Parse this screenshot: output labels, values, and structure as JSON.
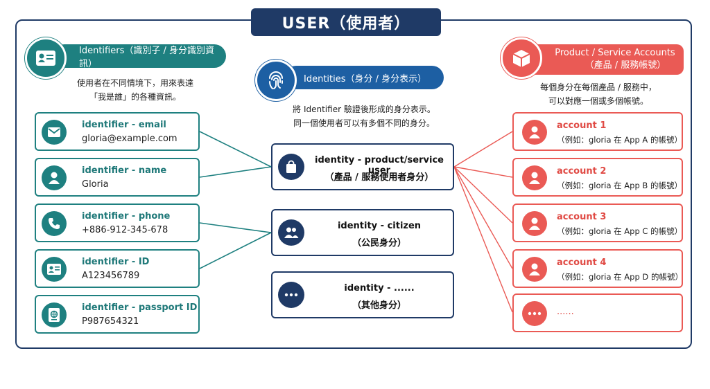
{
  "title": "USER（使用者）",
  "identifiers": {
    "header": "Identifiers（識別子 / 身分識別資訊）",
    "desc_lines": [
      "使用者在不同情境下，用來表達",
      "「我是誰」的各種資訊。"
    ],
    "items": [
      {
        "label": "identifier - email",
        "value": "gloria@example.com",
        "icon": "email-icon"
      },
      {
        "label": "identifier - name",
        "value": "Gloria",
        "icon": "person-icon"
      },
      {
        "label": "identifier - phone",
        "value": "+886-912-345-678",
        "icon": "phone-icon"
      },
      {
        "label": "identifier - ID",
        "value": "A123456789",
        "icon": "id-card-icon"
      },
      {
        "label": "identifier - passport ID",
        "value": "P987654321",
        "icon": "passport-icon"
      }
    ]
  },
  "identities": {
    "header": "Identities（身分 / 身分表示）",
    "desc_lines": [
      "將 Identifier 驗證後形成的身分表示。",
      "同一個使用者可以有多個不同的身分。"
    ],
    "items": [
      {
        "label": "identity - product/service user",
        "sub": "（產品 / 服務使用者身分）",
        "icon": "shopping-bag-icon"
      },
      {
        "label": "identity - citizen",
        "sub": "（公民身分）",
        "icon": "people-icon"
      },
      {
        "label": "identity - ......",
        "sub": "（其他身分）",
        "icon": "more-icon"
      }
    ]
  },
  "accounts": {
    "header_line1": "Product / Service Accounts",
    "header_line2": "（產品 / 服務帳號）",
    "desc_lines": [
      "每個身分在每個產品 / 服務中，",
      "可以對應一個或多個帳號。"
    ],
    "items": [
      {
        "label": "account 1",
        "sub": "（例如：gloria 在 App A 的帳號）",
        "icon": "person-icon"
      },
      {
        "label": "account 2",
        "sub": "（例如：gloria 在 App B 的帳號）",
        "icon": "person-icon"
      },
      {
        "label": "account 3",
        "sub": "（例如：gloria 在 App C 的帳號）",
        "icon": "person-icon"
      },
      {
        "label": "account 4",
        "sub": "（例如：gloria 在 App D 的帳號）",
        "icon": "person-icon"
      },
      {
        "label": "......",
        "sub": "",
        "icon": "more-icon"
      }
    ]
  },
  "colors": {
    "navy": "#1f3a66",
    "teal": "#1e8080",
    "blue": "#1d5fa3",
    "red": "#ea5a55"
  }
}
